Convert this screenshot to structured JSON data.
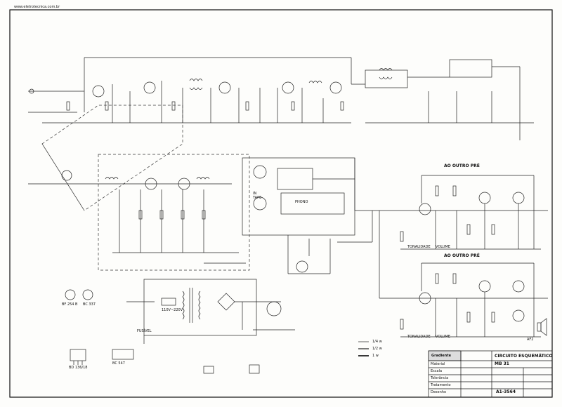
{
  "watermark": "www.eletrotecnica.com.br",
  "title_block": {
    "maker": "Gradiente",
    "title": "CIRCUITO ESQUEMÁTICO",
    "model": "MB 31",
    "drawing_no": "A1-3564",
    "row_labels": [
      "Material",
      "Escala",
      "Tolerância",
      "Tratamento",
      "Desenho"
    ]
  },
  "sections": {
    "channel_a": "AO OUTRO PRÉ",
    "channel_b": "AO OUTRO PRÉ",
    "power_label": "FUSÍVEL",
    "mains_label": "110V~220V"
  },
  "amp_labels": {
    "tone_a": "TONALIDADE",
    "vol_a": "VOLUME",
    "tone_b": "TONALIDADE",
    "vol_b": "VOLUME"
  },
  "legend": [
    {
      "label": "1/4 w"
    },
    {
      "label": "1/2 w"
    },
    {
      "label": "1 w"
    }
  ],
  "transistors": [
    {
      "label": "BF 254 B"
    },
    {
      "label": "BC 337"
    },
    {
      "label": "BD 136/18"
    },
    {
      "label": "BC 547"
    }
  ],
  "ports": {
    "out_speaker": "AF2",
    "in_label": "IN",
    "tape": "TAPE",
    "phono": "PHONO"
  }
}
